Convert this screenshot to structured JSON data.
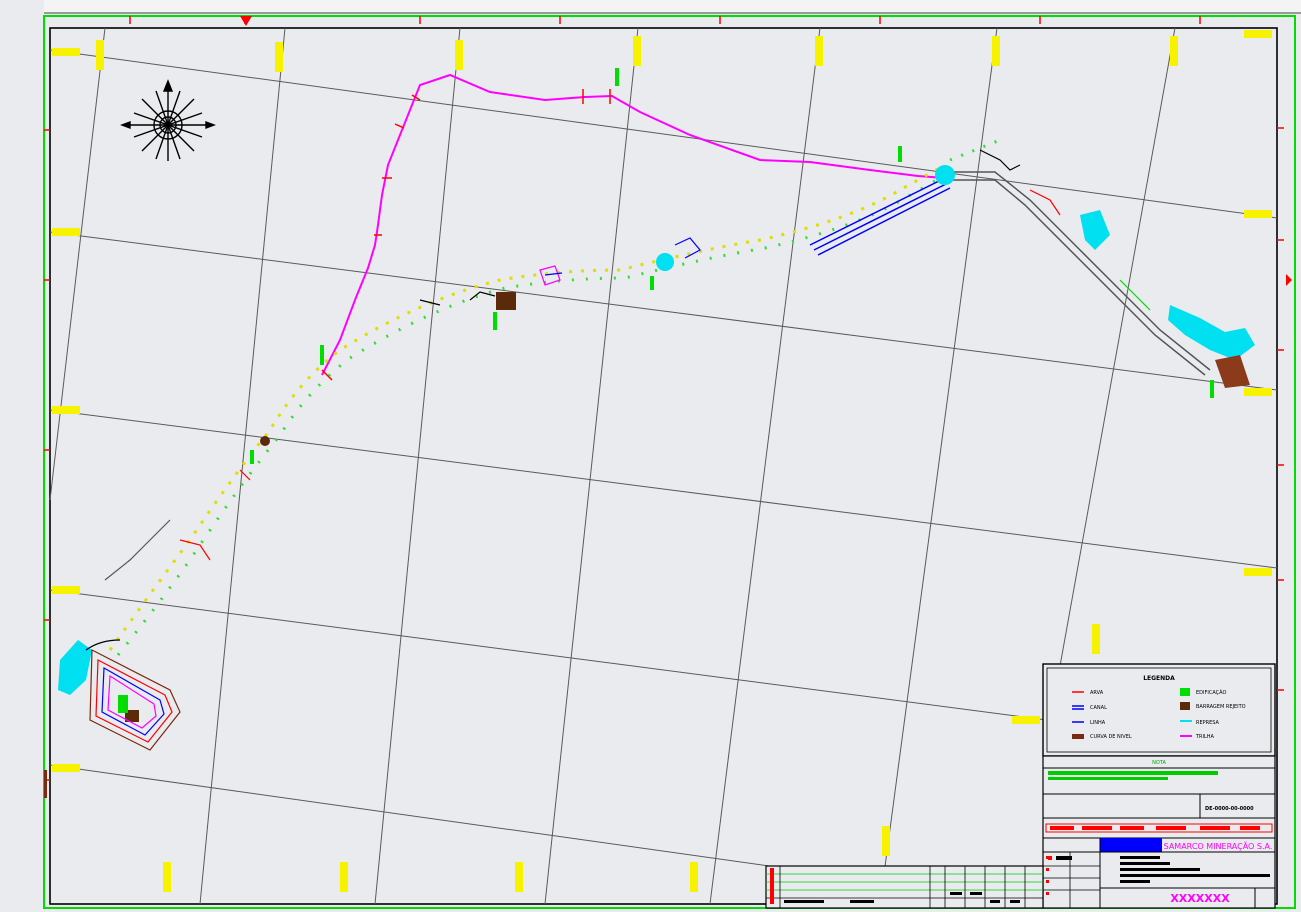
{
  "legend": {
    "title": "LEGENDA",
    "left": [
      {
        "label": "ARVA",
        "color": "#ff0000"
      },
      {
        "label": "CANAL",
        "color": "#0000ff"
      },
      {
        "label": "LINHA",
        "color": "#0000ff"
      },
      {
        "label": "CURVA DE NIVEL",
        "color": "#7a2a10"
      }
    ],
    "right": [
      {
        "label": "EDIFICAÇÃO",
        "color": "#00dd00"
      },
      {
        "label": "BARRAGEM REJEITO",
        "color": "#5a2a0a"
      },
      {
        "label": "REPRESA",
        "color": "#00e0f0"
      },
      {
        "label": "TRILHA",
        "color": "#ff00ff"
      }
    ]
  },
  "title_block": {
    "company": "SAMARCO MINERAÇÃO S.A.",
    "drawing_number": "XXXXXXX",
    "sheet_code": "DE-0000-00-0000",
    "notes_heading": "NOTA"
  },
  "colors": {
    "background": "#e9ebee",
    "grid": "#555555",
    "trail": "#ff00ff",
    "border": "#000000",
    "frame_green": "#00dd00"
  }
}
